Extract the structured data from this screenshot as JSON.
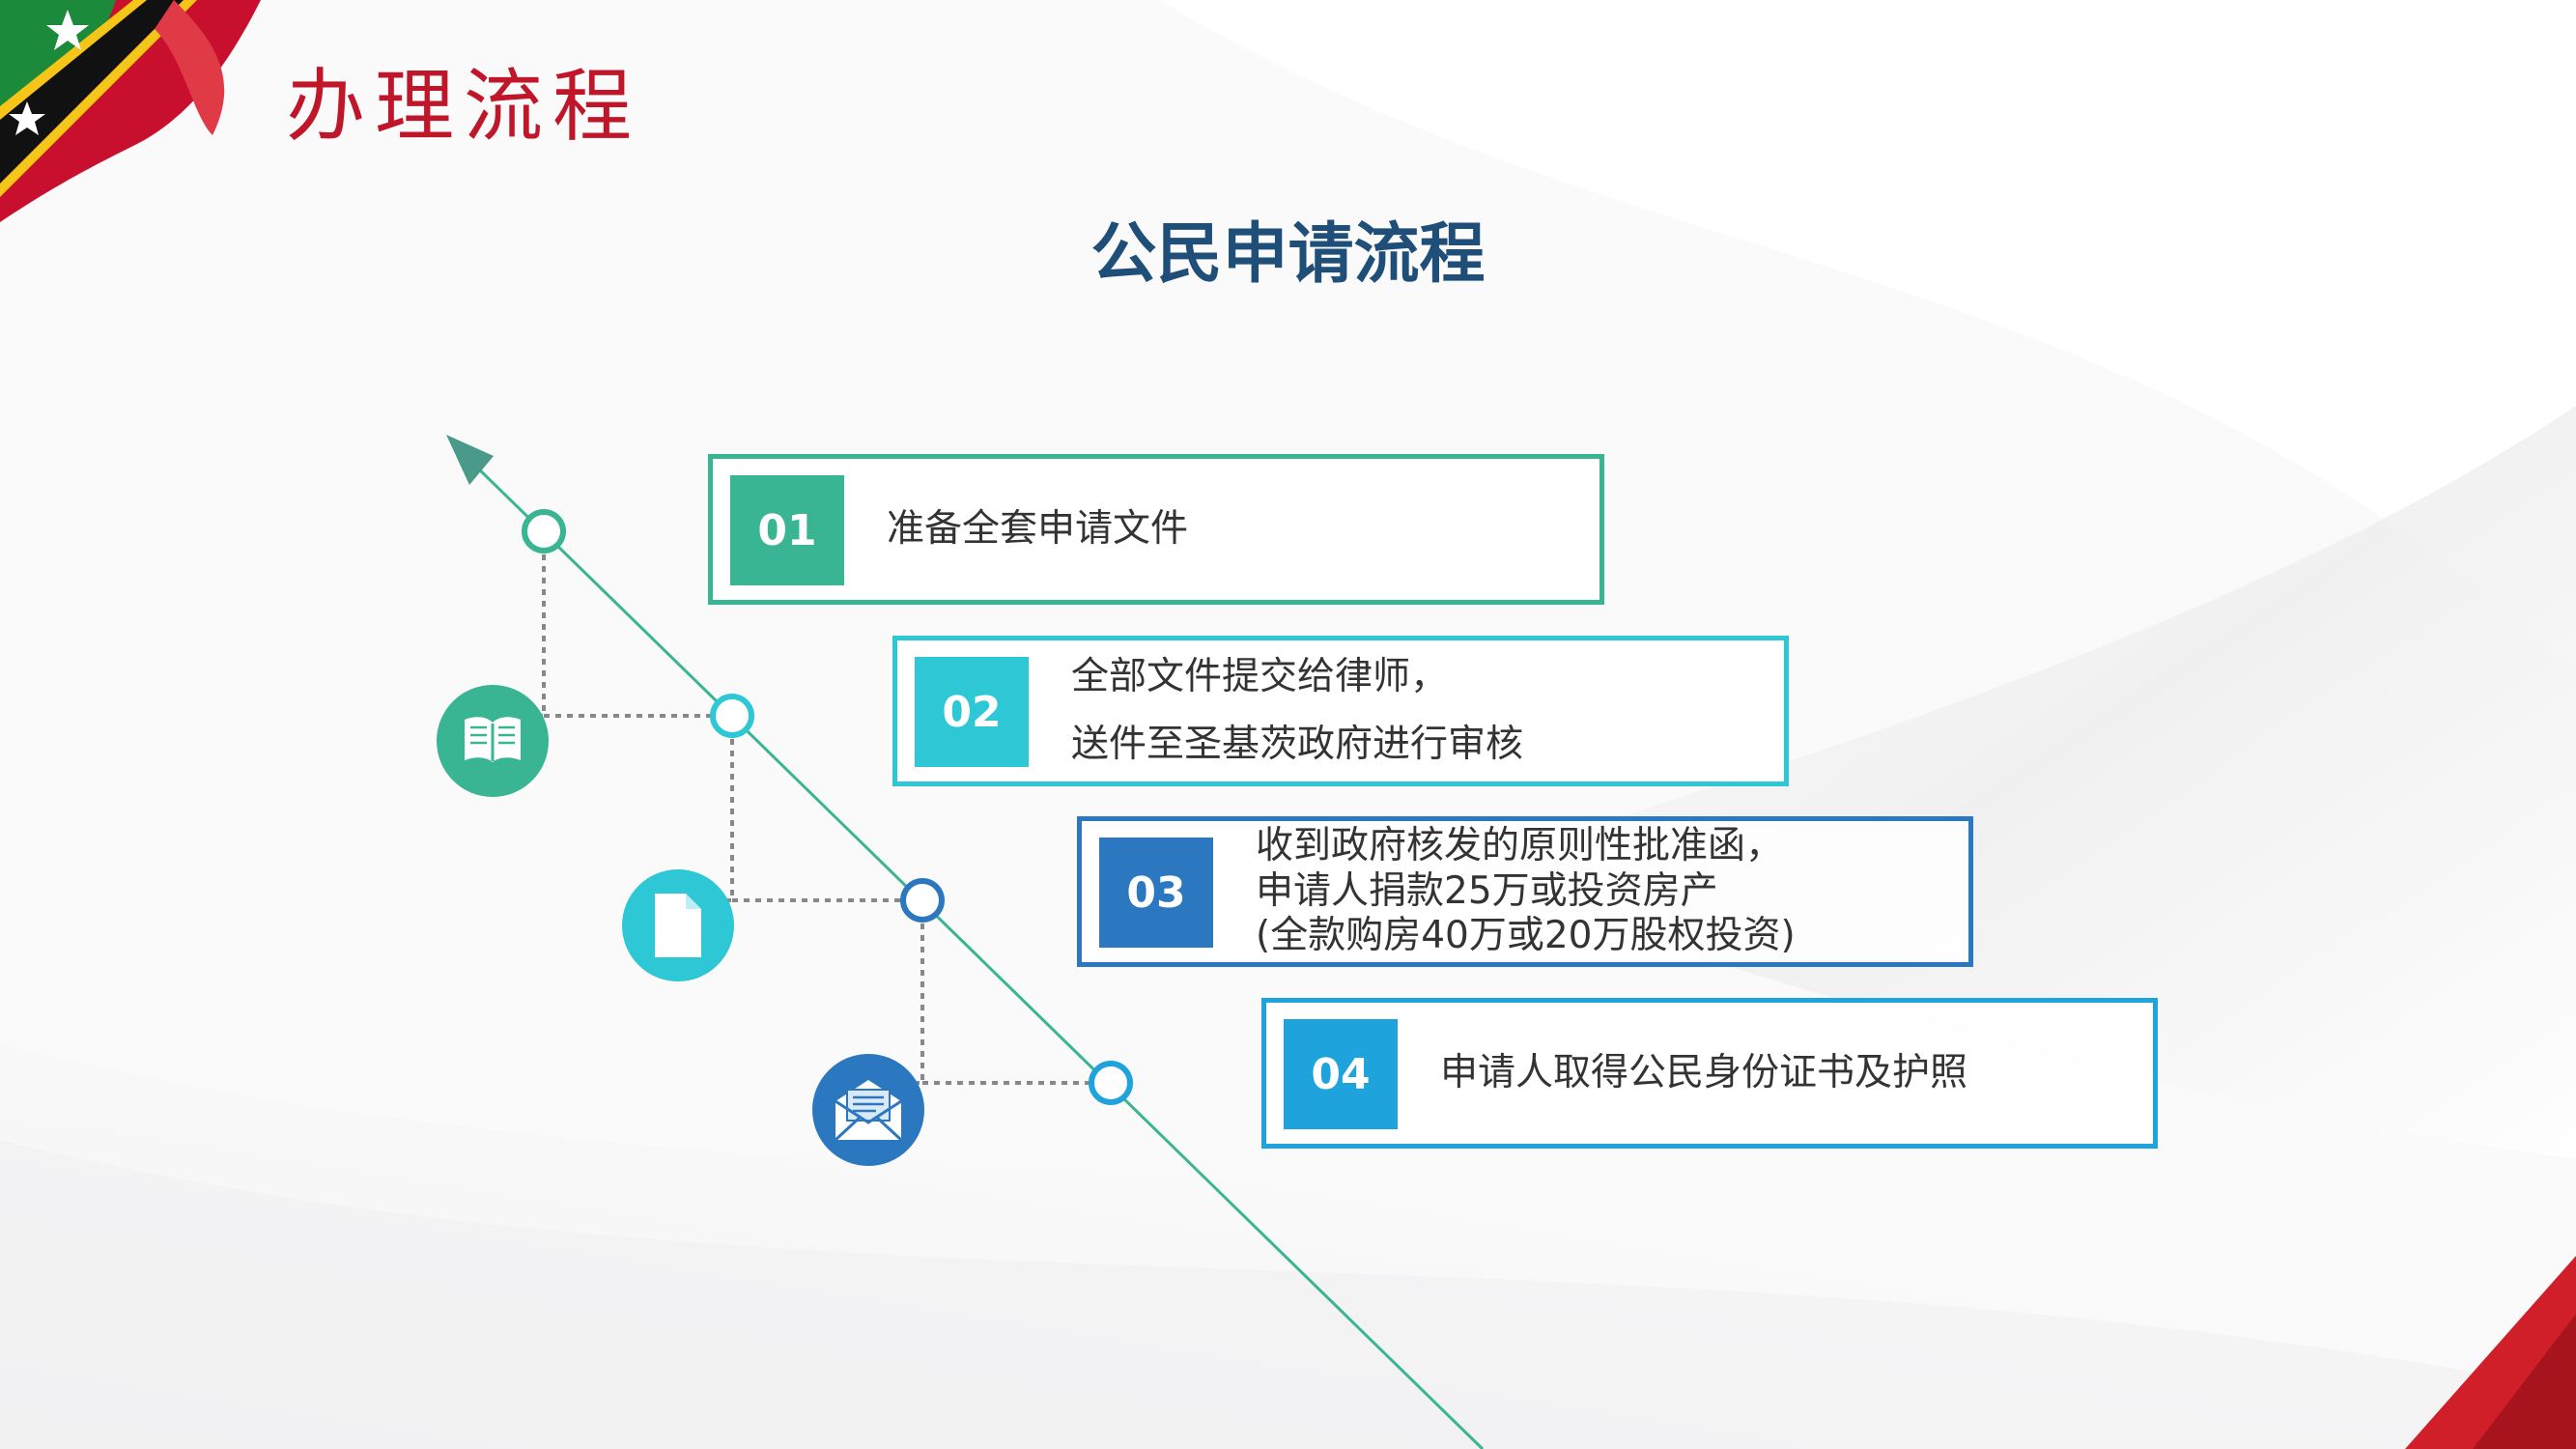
{
  "header": {
    "section_title": "办理流程"
  },
  "page_title": "公民申请流程",
  "steps": [
    {
      "number": "01",
      "lines": [
        "准备全套申请文件"
      ]
    },
    {
      "number": "02",
      "lines": [
        "全部文件提交给律师，",
        "送件至圣基茨政府进行审核"
      ]
    },
    {
      "number": "03",
      "lines": [
        "收到政府核发的原则性批准函，",
        "申请人捐款25万或投资房产",
        "(全款购房40万或20万股权投资)"
      ]
    },
    {
      "number": "04",
      "lines": [
        "申请人取得公民身份证书及护照"
      ]
    }
  ],
  "icons": [
    "book-icon",
    "document-icon",
    "envelope-icon"
  ],
  "colors": {
    "title_red": "#c0162a",
    "title_blue": "#1f4e79",
    "green": "#3ab594",
    "teal": "#2ec7d6",
    "blue": "#2c78c0",
    "sky": "#1fa3dc"
  }
}
